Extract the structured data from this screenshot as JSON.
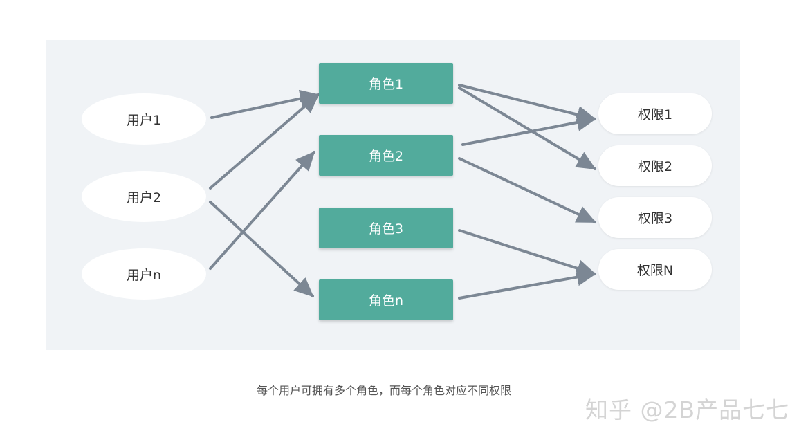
{
  "users": [
    "用户1",
    "用户2",
    "用户n"
  ],
  "roles": [
    "角色1",
    "角色2",
    "角色3",
    "角色n"
  ],
  "permissions": [
    "权限1",
    "权限2",
    "权限3",
    "权限N"
  ],
  "caption": "每个用户可拥有多个角色，而每个角色对应不同权限",
  "watermark": "知乎 @2B产品七七",
  "colors": {
    "panel": "#f0f3f6",
    "role_fill": "#52ab9c",
    "node_fill": "#ffffff",
    "arrow": "#7c8794"
  }
}
